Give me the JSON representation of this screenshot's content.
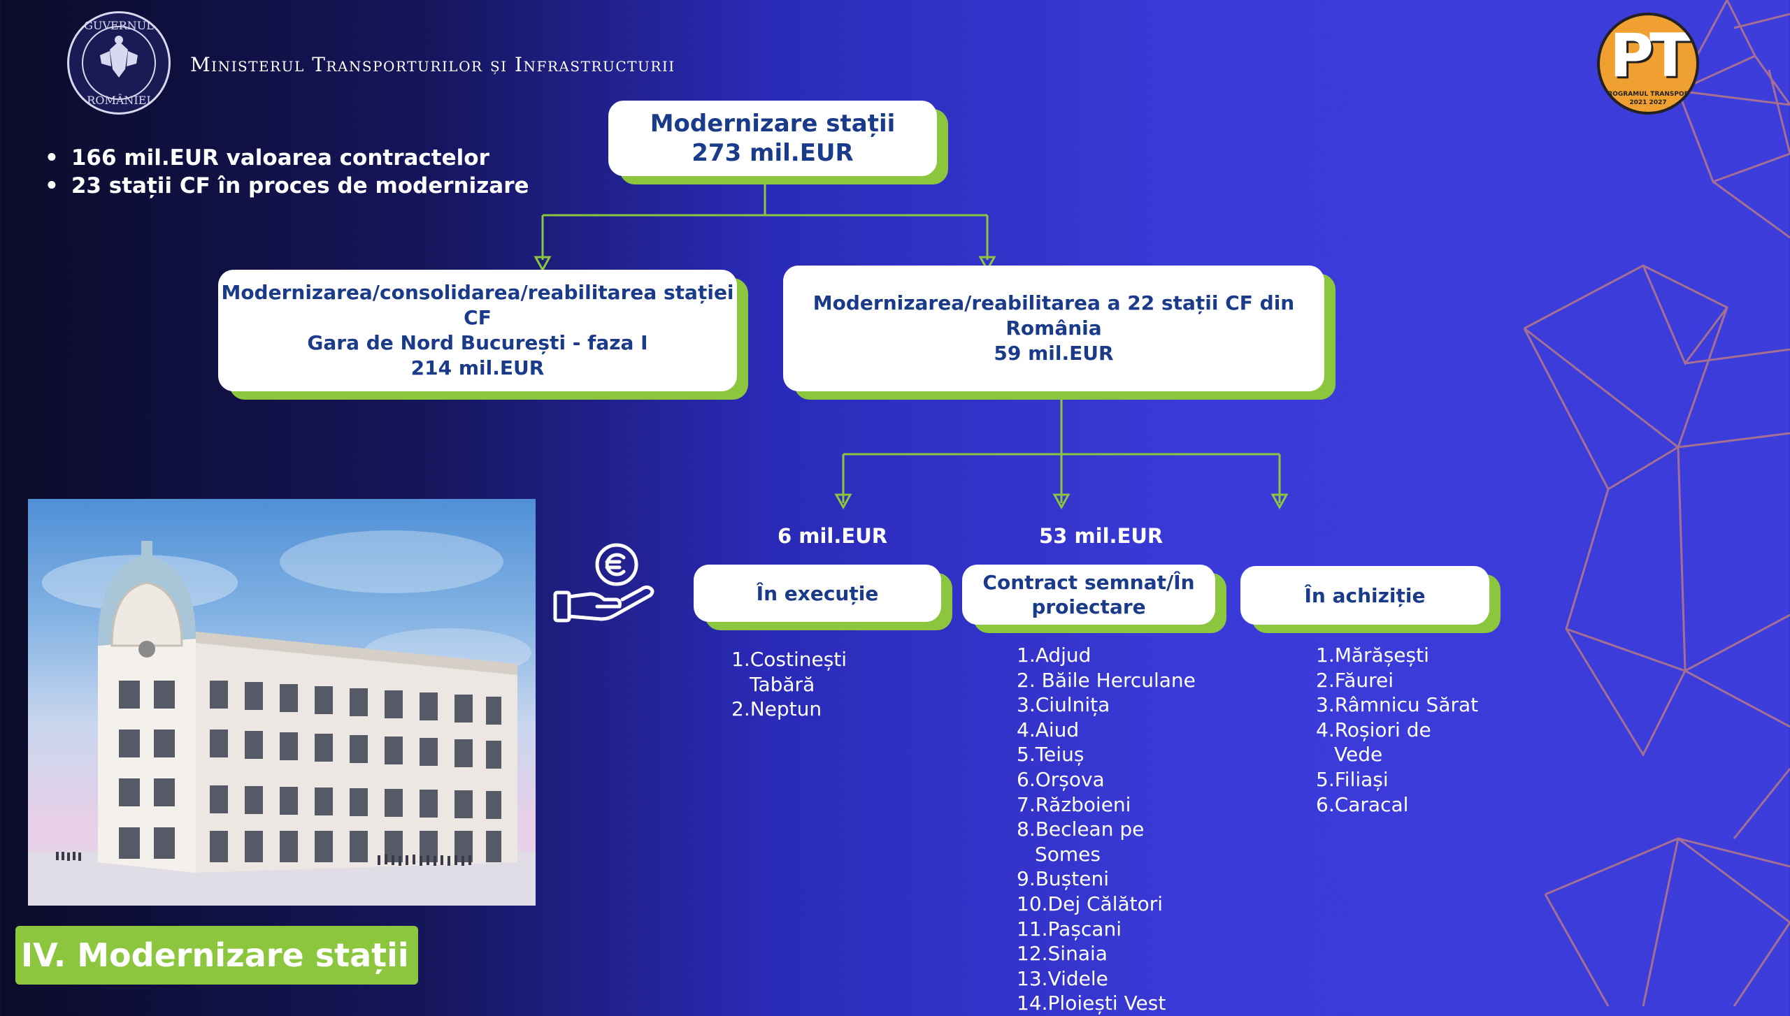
{
  "header": {
    "ministry_name": "Ministerul Transporturilor și Infrastructurii",
    "emblem_text_top": "GUVERNUL",
    "emblem_text_bottom": "ROMÂNIEI"
  },
  "summary_bullets": [
    "166 mil.EUR valoarea contractelor",
    "23 stații CF în proces de modernizare"
  ],
  "root": {
    "title": "Modernizare stații",
    "amount": "273 mil.EUR"
  },
  "branches": [
    {
      "line1": "Modernizarea/consolidarea/reabilitarea stației CF",
      "line2": "Gara de Nord București - faza I",
      "amount": "214 mil.EUR"
    },
    {
      "line1": "Modernizarea/reabilitarea a 22 stații CF din",
      "line2": "România",
      "amount": "59 mil.EUR"
    }
  ],
  "statuses": [
    {
      "amount": "6 mil.EUR",
      "label_line1": "În execuție",
      "label_line2": "",
      "stations": [
        "1.Costinești Tabără",
        "2.Neptun"
      ]
    },
    {
      "amount": "53 mil.EUR",
      "label_line1": "Contract semnat/În",
      "label_line2": "proiectare",
      "stations": [
        "1.Adjud",
        "2. Băile Herculane",
        "3.Ciulnița",
        "4.Aiud",
        "5.Teiuș",
        "6.Orșova",
        "7.Războieni",
        "8.Beclean pe Somes",
        "9.Bușteni",
        "10.Dej Călători",
        "11.Pașcani",
        "12.Sinaia",
        "13.Videle",
        "14.Ploiești Vest"
      ]
    },
    {
      "amount": "",
      "label_line1": "În achiziție",
      "label_line2": "",
      "stations": [
        "1.Mărășești",
        "2.Făurei",
        "3.Râmnicu Sărat",
        "4.Roșiori de Vede",
        "5.Filiași",
        "6.Caracal"
      ]
    }
  ],
  "logo_pt": {
    "text": "PT",
    "caption": "PROGRAMUL TRANSPORT",
    "years": "2021 2027"
  },
  "section_title": "IV. Modernizare stații",
  "colors": {
    "accent_green": "#8cc63f",
    "box_text": "#1a3a8a",
    "connector": "#8cc63f"
  },
  "icons": [
    "euro-hand-icon",
    "government-emblem-icon",
    "pt-program-logo-icon"
  ]
}
